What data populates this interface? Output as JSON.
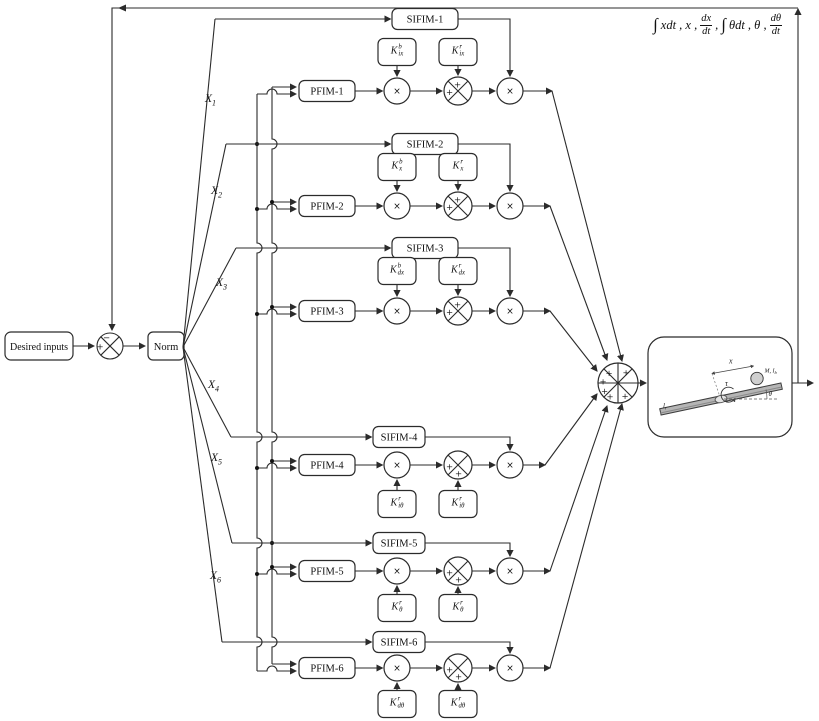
{
  "diagram": {
    "desired_inputs_label": "Desired inputs",
    "norm_label": "Norm",
    "ops": {
      "times": "×",
      "plus": "+",
      "minus": "−"
    },
    "x_signals": [
      {
        "base": "X",
        "sub": "1"
      },
      {
        "base": "X",
        "sub": "2"
      },
      {
        "base": "X",
        "sub": "3"
      },
      {
        "base": "X",
        "sub": "4"
      },
      {
        "base": "X",
        "sub": "5"
      },
      {
        "base": "X",
        "sub": "6"
      }
    ],
    "rows": [
      {
        "sifim": "SIFIM-1",
        "pfim": "PFIM-1",
        "k1": {
          "base": "K",
          "sup": "b",
          "sub": "ix"
        },
        "k2": {
          "base": "K",
          "sup": "r",
          "sub": "ix"
        }
      },
      {
        "sifim": "SIFIM-2",
        "pfim": "PFIM-2",
        "k1": {
          "base": "K",
          "sup": "b",
          "sub": "x"
        },
        "k2": {
          "base": "K",
          "sup": "r",
          "sub": "x"
        }
      },
      {
        "sifim": "SIFIM-3",
        "pfim": "PFIM-3",
        "k1": {
          "base": "K",
          "sup": "b",
          "sub": "dx"
        },
        "k2": {
          "base": "K",
          "sup": "r",
          "sub": "dx"
        }
      },
      {
        "sifim": "SIFIM-4",
        "pfim": "PFIM-4",
        "k1": {
          "base": "K",
          "sup": "r",
          "sub": "iθ"
        },
        "k2": {
          "base": "K",
          "sup": "r",
          "sub": "iθ"
        }
      },
      {
        "sifim": "SIFIM-5",
        "pfim": "PFIM-5",
        "k1": {
          "base": "K",
          "sup": "r",
          "sub": "θ"
        },
        "k2": {
          "base": "K",
          "sup": "r",
          "sub": "θ"
        }
      },
      {
        "sifim": "SIFIM-6",
        "pfim": "PFIM-6",
        "k1": {
          "base": "K",
          "sup": "r",
          "sub": "dθ"
        },
        "k2": {
          "base": "K",
          "sup": "r",
          "sub": "dθ"
        }
      }
    ],
    "feedback_expr": {
      "int1": "∫",
      "t1": "xdt , x ,",
      "f1_num": "dx",
      "f1_den": "dt",
      "sep": ",",
      "int2": "∫",
      "t2": "θdt , θ ,",
      "f2_num": "dθ",
      "f2_den": "dt"
    },
    "plant": {
      "x_dim": "x",
      "tau": "τ",
      "theta": "θ",
      "ball_label": "M, I",
      "ball_sub": "b",
      "rod_label": "l",
      "rod_sub": "r"
    }
  }
}
